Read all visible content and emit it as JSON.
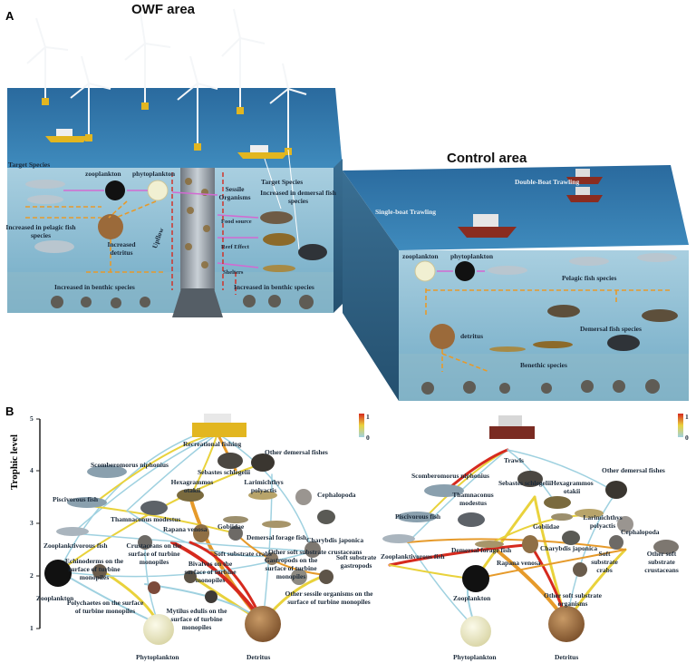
{
  "panel_a": {
    "letter": "A",
    "owf_title": "OWF area",
    "control_title": "Control area",
    "owf_labels": {
      "target_species_left": "Target Species",
      "zooplankton": "zooplankton",
      "phytoplankton": "phytoplankton",
      "increased_pelagic": "Increased in pelagic fish species",
      "increased_detritus": "Increased detritus",
      "upflow": "Upflow",
      "increased_benthic_left": "Increased in benthic species",
      "sessile": "Sessile Organisms",
      "food_source": "Food source",
      "reef_effect": "Reef Effect",
      "shelters": "Shelters",
      "target_species_right": "Target Species",
      "increased_demersal": "Increased in demersal fish species",
      "increased_benthic_right": "Increased in benthic species"
    },
    "control_labels": {
      "double_boat": "Double-Boat Trawling",
      "single_boat": "Single-boat Trawling",
      "zooplankton": "zooplankton",
      "phytoplankton": "phytoplankton",
      "pelagic": "Pelagic fish species",
      "demersal": "Demersal fish species",
      "detritus": "detritus",
      "benthic": "Benethic species"
    }
  },
  "panel_b": {
    "letter": "B",
    "y_axis_title": "Trophic level",
    "y_ticks": [
      "5",
      "4",
      "3",
      "2",
      "1"
    ],
    "legend_left": {
      "max": "1",
      "min": "0"
    },
    "legend_right": {
      "max": "1",
      "min": "0"
    },
    "left_web": {
      "fleet": "Recreational fishing",
      "nodes": {
        "other_demersal": "Other demersal fishes",
        "scomberomorus": "Scomberomorus niphonius",
        "sebastes": "Sebastes schlegelii",
        "cephalopoda": "Cephalopoda",
        "hexagrammos": "Hexagrammos otakii",
        "larimichthys": "Larimichthys polyactis",
        "piscivorous": "Piscivorous fish",
        "thamnaconus": "Thamnaconus modestus",
        "rapana": "Rapana venosa",
        "gobiidae": "Gobiidae",
        "demersal_forage": "Demersal forage fish",
        "charybdis": "Charybdis japonica",
        "zooplanktivorous": "Zooplanktivorous fish",
        "crustaceans_monopiles": "Crustaceans on the surface of turbine monopiles",
        "soft_substrate_crabs": "Soft substrate crabs",
        "other_soft_crustaceans": "Other soft substrate crustaceans",
        "echinoderms": "Echinoderms on the surface of turbine monopiles",
        "bivalves": "Bivalves on the surface of turbine monopiles",
        "gastropods": "Gastropods on the surface of turbine monopiles",
        "soft_gastropods": "Soft substrate gastropods",
        "zooplankton": "Zooplankton",
        "polychaetes": "Polychaetes on the surface of turbine monopiles",
        "mytilus": "Mytilus edulis on the surface of turbine monopiles",
        "other_sessile": "Other sessile organisms on the surface of turbine monopiles",
        "phytoplankton": "Phytoplankton",
        "detritus": "Detritus"
      }
    },
    "right_web": {
      "fleet": "Trawls",
      "nodes": {
        "other_demersal": "Other demersal fishes",
        "scomberomorus": "Scomberomorus niphonius",
        "sebastes": "Sebastes schlegelii",
        "hexagrammos": "Hexagrammos otakii",
        "thamnaconus": "Thamnaconus modestus",
        "piscivorous": "Piscivorous fish",
        "gobiidae": "Gobiidae",
        "larimichthys": "Larimichthys polyactis",
        "cephalopoda": "Cephalopoda",
        "demersal_forage": "Demersal forage fish",
        "charybdis": "Charybdis japonica",
        "zooplanktivorous": "Zooplanktivorous fish",
        "rapana": "Rapana venosa",
        "soft_substrate_crabs": "Soft substrate crabs",
        "other_soft_crustaceans": "Other soft substrate crustaceans",
        "zooplankton": "Zooplankton",
        "other_soft_organisms": "Other soft substrate organisms",
        "phytoplankton": "Phytoplankton",
        "detritus": "Detritus"
      }
    },
    "colors": {
      "high": "#d62a1e",
      "mid": "#e9d23c",
      "low": "#9fd1e0"
    }
  }
}
